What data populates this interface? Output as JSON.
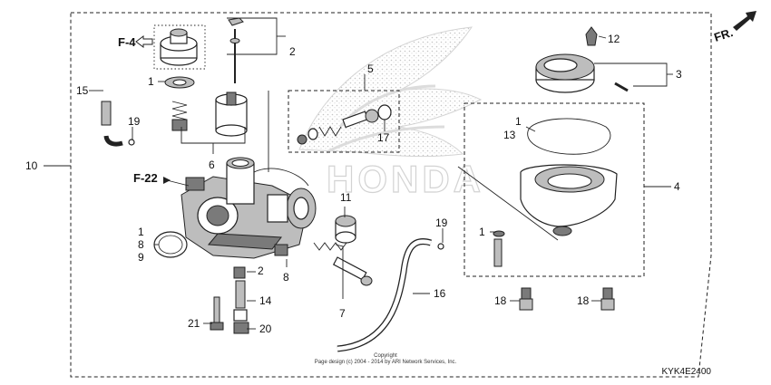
{
  "diagram_code": "KYK4E2400",
  "orientation_label": "FR.",
  "copyright": {
    "line1": "Copyright",
    "line2": "Page design (c) 2004 - 2014 by ARI Network Services, Inc."
  },
  "refs": {
    "f4": "F-4",
    "f22": "F-22"
  },
  "callouts": {
    "p1a": "1",
    "p1b": "1",
    "p1c": "1",
    "p1d": "1",
    "p2a": "2",
    "p2b": "2",
    "p3": "3",
    "p4": "4",
    "p5": "5",
    "p6": "6",
    "p7": "7",
    "p8a": "8",
    "p8b": "8",
    "p9": "9",
    "p10": "10",
    "p11": "11",
    "p12": "12",
    "p13": "13",
    "p14": "14",
    "p15": "15",
    "p16": "16",
    "p17": "17",
    "p18a": "18",
    "p18b": "18",
    "p19a": "19",
    "p19b": "19",
    "p20": "20",
    "p21": "21"
  },
  "colors": {
    "line": "#222222",
    "watermark": "#d6d6d6"
  }
}
